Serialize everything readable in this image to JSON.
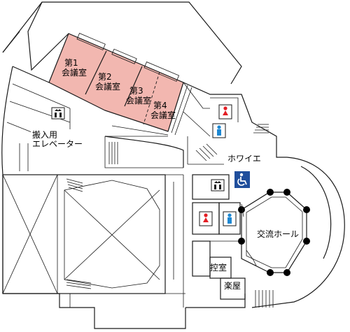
{
  "map": {
    "rooms": {
      "meeting1": {
        "line1": "第1",
        "line2": "会議室"
      },
      "meeting2": {
        "line1": "第2",
        "line2": "会議室"
      },
      "meeting3": {
        "line1": "第3",
        "line2": "会議室"
      },
      "meeting4": {
        "line1": "第4",
        "line2": "会議室"
      },
      "elevator_freight": {
        "line1": "搬入用",
        "line2": "エレベーター"
      },
      "foyer": "ホワイエ",
      "exchange_hall": "交流ホール",
      "waiting_room": "控室",
      "green_room": "楽屋"
    },
    "colors": {
      "highlight_fill": "#f2b7b0",
      "female_icon": "#e31e24",
      "male_icon": "#1e88d2",
      "accessible_icon": "#1f4e9c",
      "wall": "#1a1a1a"
    },
    "icons": {
      "female": "toilet-female-icon",
      "male": "toilet-male-icon",
      "elevator": "elevator-icon",
      "accessible": "wheelchair-icon"
    }
  }
}
